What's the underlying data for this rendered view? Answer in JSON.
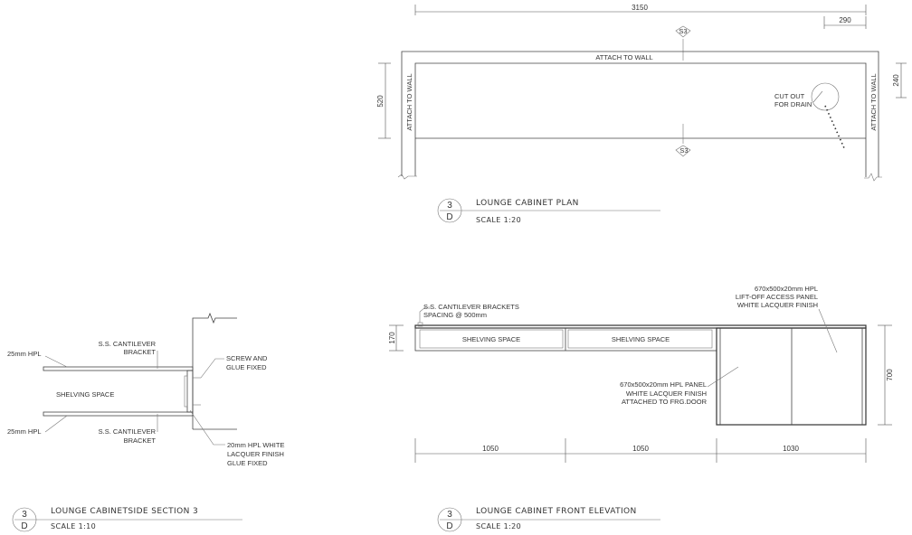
{
  "plan": {
    "dim_total": "3150",
    "dim_right": "290",
    "dim_depth": "520",
    "dim_side": "240",
    "attach_top": "ATTACH TO WALL",
    "attach_left": "ATTACH TO WALL",
    "attach_right": "ATTACH TO WALL",
    "cutout_1": "CUT OUT",
    "cutout_2": "FOR DRAIN",
    "section_mark": "S3",
    "title": "LOUNGE CABINET PLAN",
    "scale": "SCALE 1:20",
    "ref_num": "3",
    "ref_letter": "D"
  },
  "elevation": {
    "brackets_1": "S.S. CANTILEVER BRACKETS",
    "brackets_2": "SPACING @ 500mm",
    "panel_hpl_1": "670x500x20mm HPL",
    "panel_hpl_2": "LIFT-OFF ACCESS PANEL",
    "panel_hpl_3": "WHITE LACQUER FINISH",
    "shelf_1": "SHELVING SPACE",
    "shelf_2": "SHELVING SPACE",
    "door_1": "670x500x20mm HPL PANEL",
    "door_2": "WHITE LACQUER FINISH",
    "door_3": "ATTACHED TO FRG.DOOR",
    "dim_height_left": "170",
    "dim_height_right": "700",
    "dim_a": "1050",
    "dim_b": "1050",
    "dim_c": "1030",
    "title": "LOUNGE CABINET FRONT ELEVATION",
    "scale": "SCALE 1:20",
    "ref_num": "3",
    "ref_letter": "D"
  },
  "section": {
    "hpl_top": "25mm HPL",
    "hpl_bottom": "25mm HPL",
    "bracket_top_1": "S.S. CANTILEVER",
    "bracket_top_2": "BRACKET",
    "bracket_bot_1": "S.S. CANTILEVER",
    "bracket_bot_2": "BRACKET",
    "screw_1": "SCREW AND",
    "screw_2": "GLUE FIXED",
    "shelving": "SHELVING SPACE",
    "finish_1": "20mm HPL WHITE",
    "finish_2": "LACQUER FINISH",
    "finish_3": "GLUE FIXED",
    "title": "LOUNGE CABINETSIDE  SECTION 3",
    "scale": "SCALE 1:10",
    "ref_num": "3",
    "ref_letter": "D"
  }
}
